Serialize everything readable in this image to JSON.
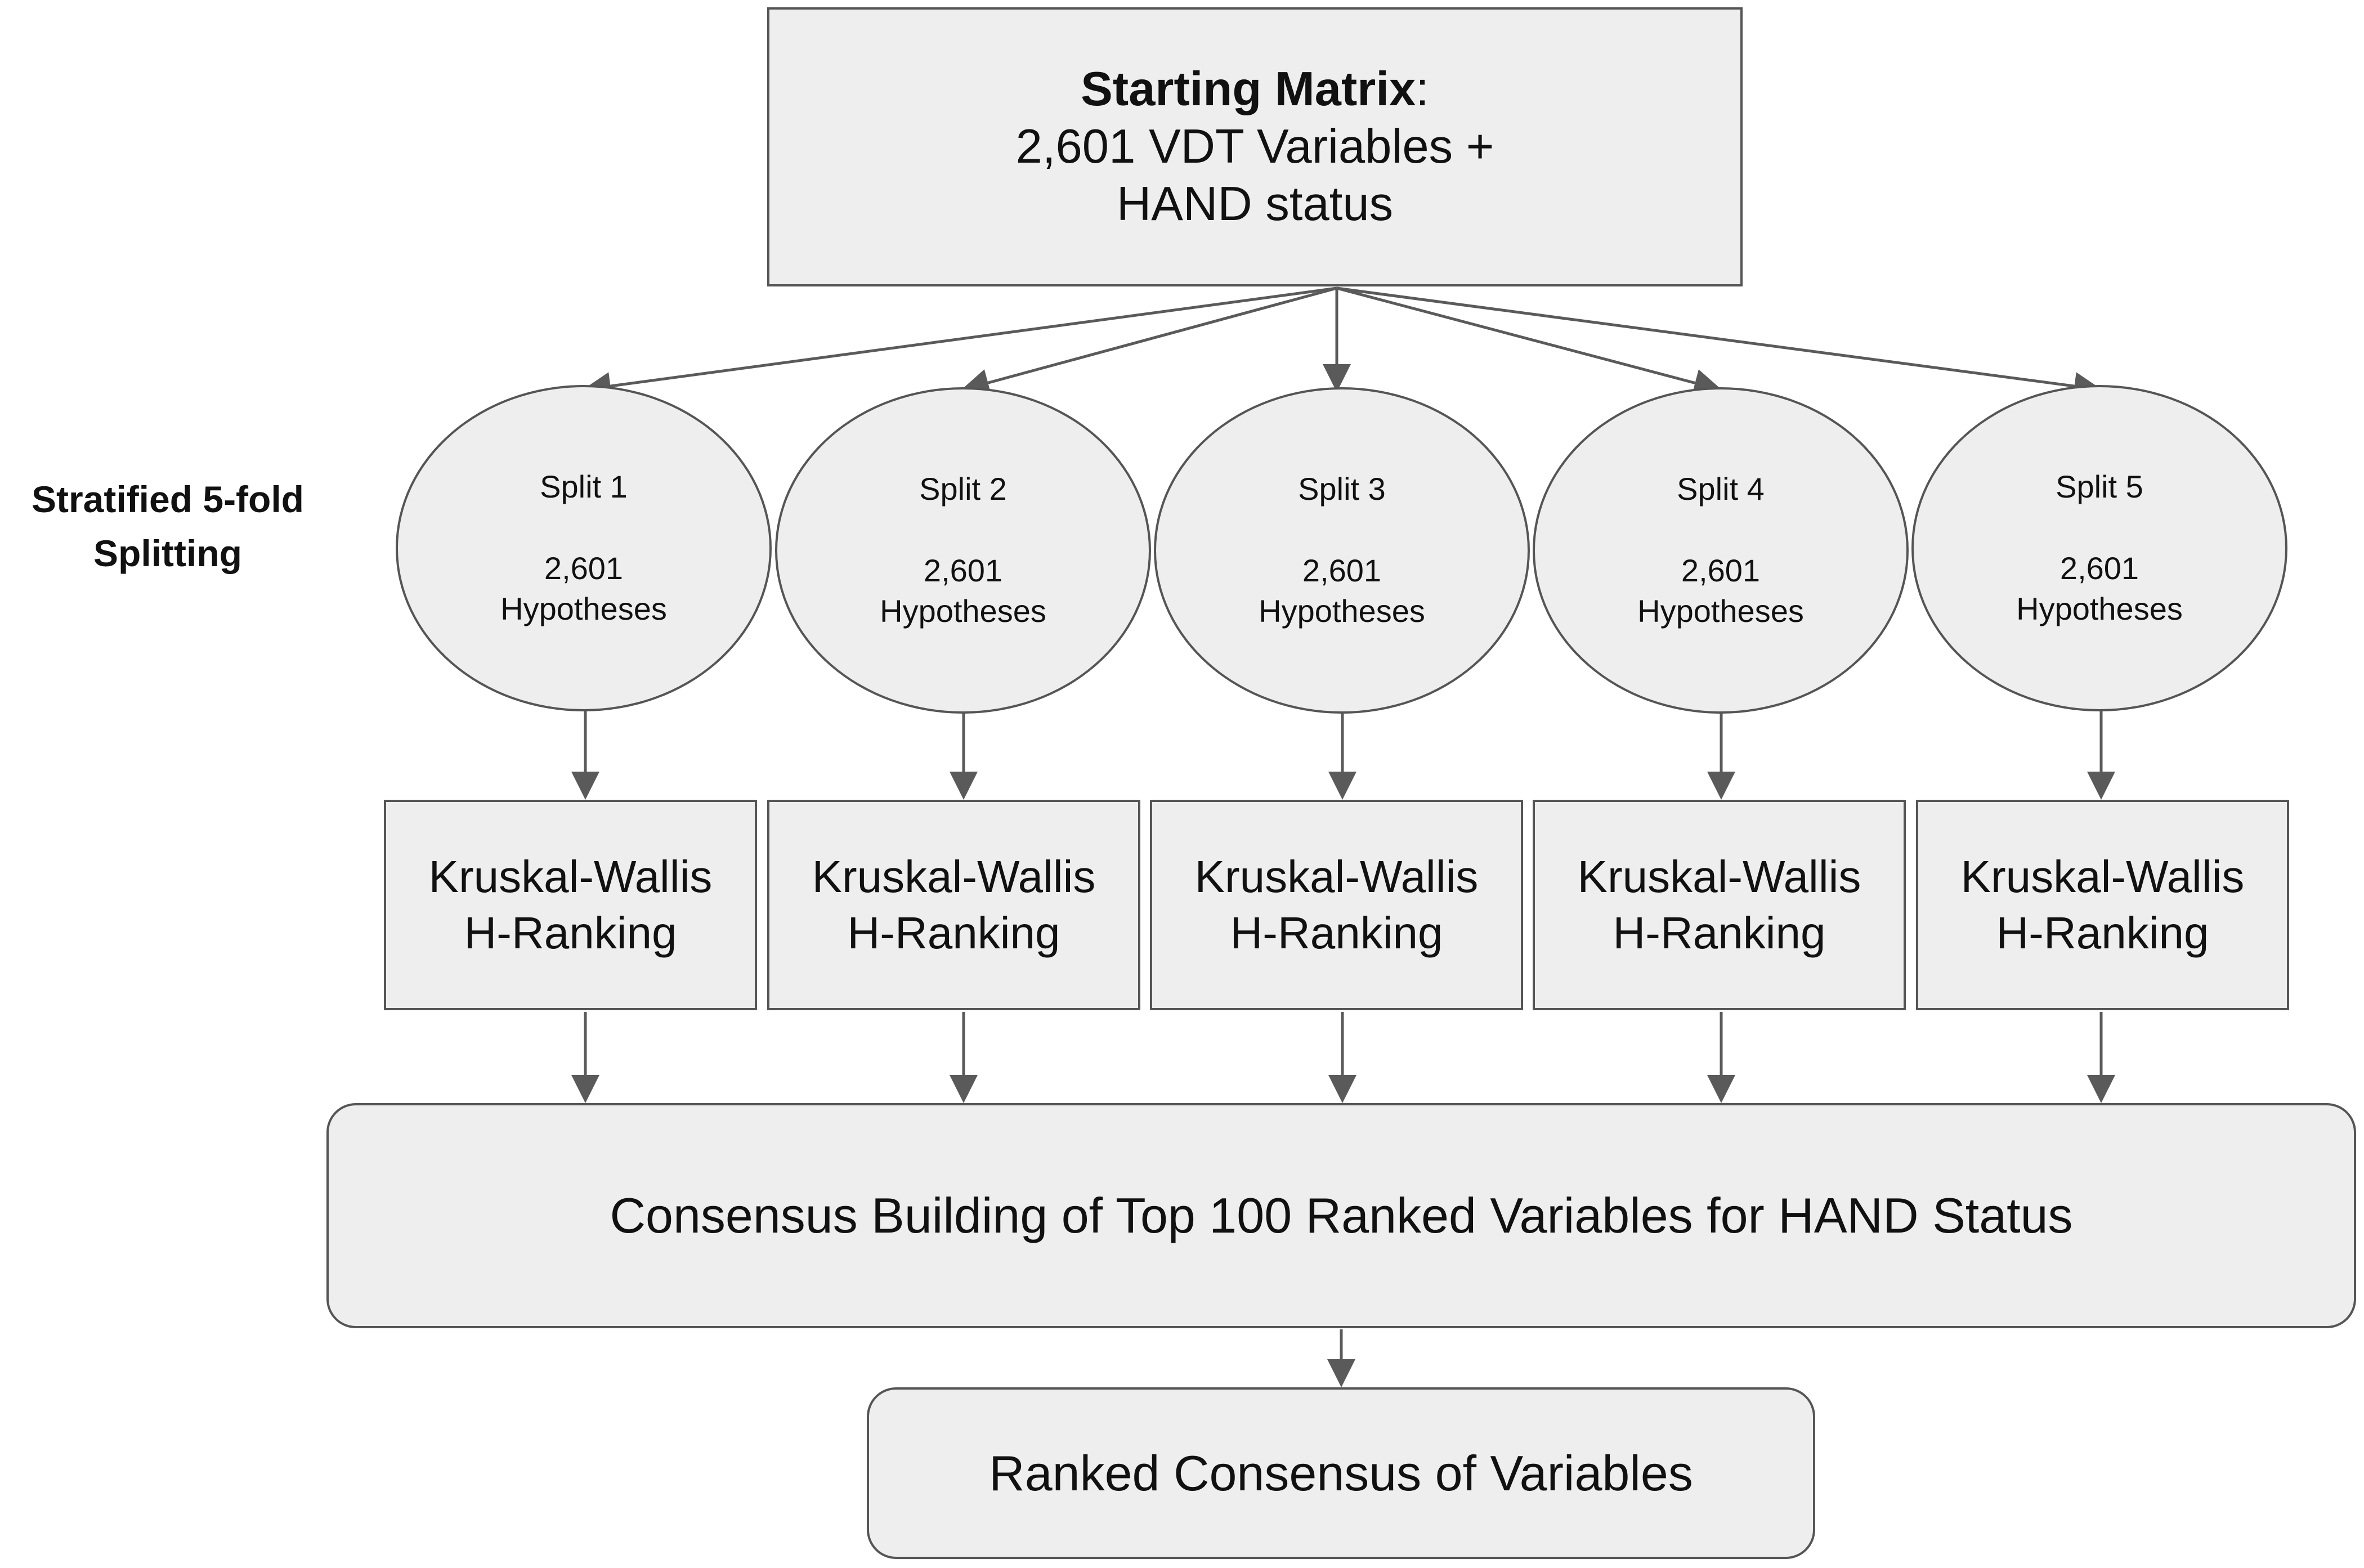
{
  "starting_matrix": {
    "title_bold": "Starting Matrix",
    "title_suffix": ":",
    "line2": "2,601 VDT Variables +",
    "line3": "HAND status"
  },
  "side_label": {
    "line1": "Stratified 5-fold",
    "line2": "Splitting"
  },
  "splits": [
    {
      "name": "Split 1",
      "count": "2,601",
      "unit": "Hypotheses"
    },
    {
      "name": "Split 2",
      "count": "2,601",
      "unit": "Hypotheses"
    },
    {
      "name": "Split 3",
      "count": "2,601",
      "unit": "Hypotheses"
    },
    {
      "name": "Split 4",
      "count": "2,601",
      "unit": "Hypotheses"
    },
    {
      "name": "Split 5",
      "count": "2,601",
      "unit": "Hypotheses"
    }
  ],
  "ranking": {
    "line1": "Kruskal-Wallis",
    "line2": "H-Ranking"
  },
  "consensus": "Consensus Building of Top 100 Ranked Variables for HAND Status",
  "ranked": "Ranked Consensus of Variables"
}
